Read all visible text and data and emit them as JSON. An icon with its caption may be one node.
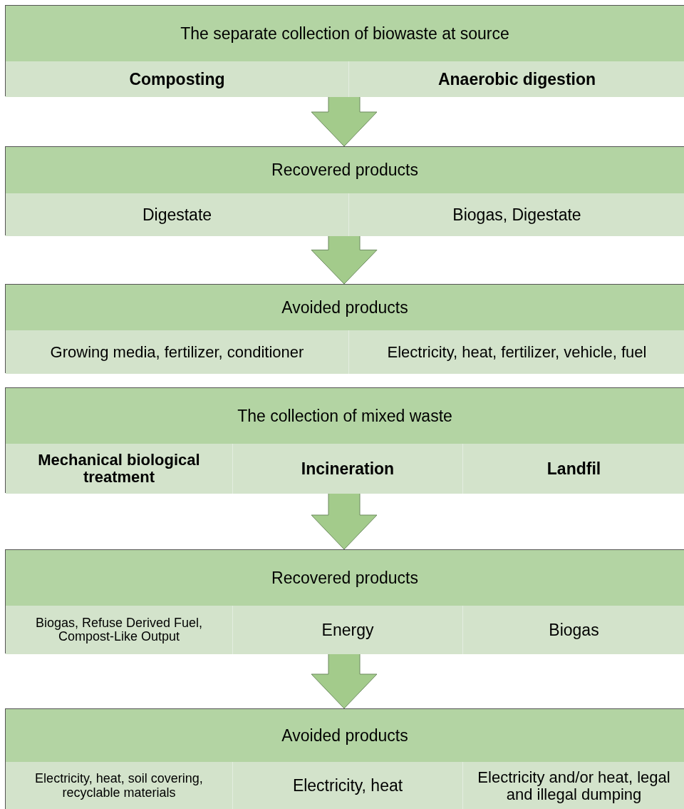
{
  "diagram": {
    "nodes": [
      {
        "text": [
          "The separate collection of biowaste at source"
        ]
      },
      {
        "text": [
          "Composting"
        ],
        "in": 0
      },
      {
        "text": [
          "Anaerobic digestion"
        ],
        "in": 0
      },
      {
        "text": [
          "Recovered products"
        ]
      },
      {
        "text": [
          "Digestate"
        ],
        "in": 3
      },
      {
        "text": [
          "Biogas, Digestate"
        ],
        "in": 3
      },
      {
        "text": [
          "Avoided products"
        ]
      },
      {
        "text": [
          "Growing media, fertilizer, conditioner"
        ],
        "in": 6
      },
      {
        "text": [
          "Electricity, heat, fertilizer, vehicle, fuel"
        ],
        "in": 6
      },
      {
        "text": [
          "The collection of mixed waste"
        ]
      },
      {
        "text": [
          "Mechanical biological treatment"
        ],
        "in": 9
      },
      {
        "text": [
          "Incineration"
        ],
        "in": 9
      },
      {
        "text": [
          "Landfil"
        ],
        "in": 9
      },
      {
        "text": [
          "Recovered products"
        ]
      },
      {
        "text": [
          "Biogas, Refuse Derived Fuel, Compost-Like Output"
        ],
        "in": 13
      },
      {
        "text": [
          "Energy"
        ],
        "in": 13
      },
      {
        "text": [
          "Biogas"
        ],
        "in": 13
      },
      {
        "text": [
          "Avoided products"
        ]
      },
      {
        "text": [
          "Electricity, heat, soil covering, recyclable materials"
        ],
        "in": 17
      },
      {
        "text": [
          "Electricity, heat"
        ],
        "in": 17
      },
      {
        "text": [
          "Electricity and/or heat, legal and illegal dumping"
        ],
        "in": 17
      }
    ],
    "edges": [
      {
        "from": 0,
        "to": 3,
        "arrow": "to"
      },
      {
        "from": 3,
        "to": 6,
        "arrow": "to"
      },
      {
        "from": 9,
        "to": 13,
        "arrow": "to"
      },
      {
        "from": 13,
        "to": 17,
        "arrow": "to"
      }
    ]
  }
}
